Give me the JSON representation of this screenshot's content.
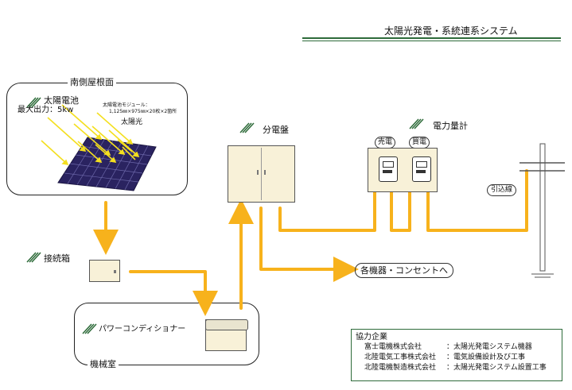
{
  "title": "太陽光発電・系統連系システム",
  "roof": {
    "label": "南側屋根面",
    "panel_title": "太陽電池",
    "output": "最大出力：5kw",
    "module_spec_line1": "太陽電池モジュール：",
    "module_spec_line2": "1,125㎜×975㎜×20枚×2箇所",
    "sunlight": "太陽光"
  },
  "junction_box": {
    "label": "接続箱"
  },
  "machine_room": {
    "label": "機械室",
    "conditioner_label": "パワーコンディショナー"
  },
  "distribution_board": {
    "label": "分電盤"
  },
  "meters": {
    "label": "電力量計",
    "sell": "売電",
    "buy": "買電"
  },
  "service_drop": {
    "label": "引込線"
  },
  "outlets": {
    "label": "各機器・コンセントへ"
  },
  "partners": {
    "title": "協力企業",
    "rows": [
      {
        "company": "富士電機株式会社",
        "role": "：太陽光発電システム機器"
      },
      {
        "company": "北陸電気工事株式会社",
        "role": "：電気設備設計及び工事"
      },
      {
        "company": "北陸電機製造株式会社",
        "role": "：太陽光発電システム設置工事"
      }
    ]
  },
  "colors": {
    "wire": "#f7b21c",
    "accent_green": "#2e6b3a",
    "panel": "#2a2360",
    "sun_ray": "#f4df1f",
    "cabinet": "#f8f1d8"
  }
}
